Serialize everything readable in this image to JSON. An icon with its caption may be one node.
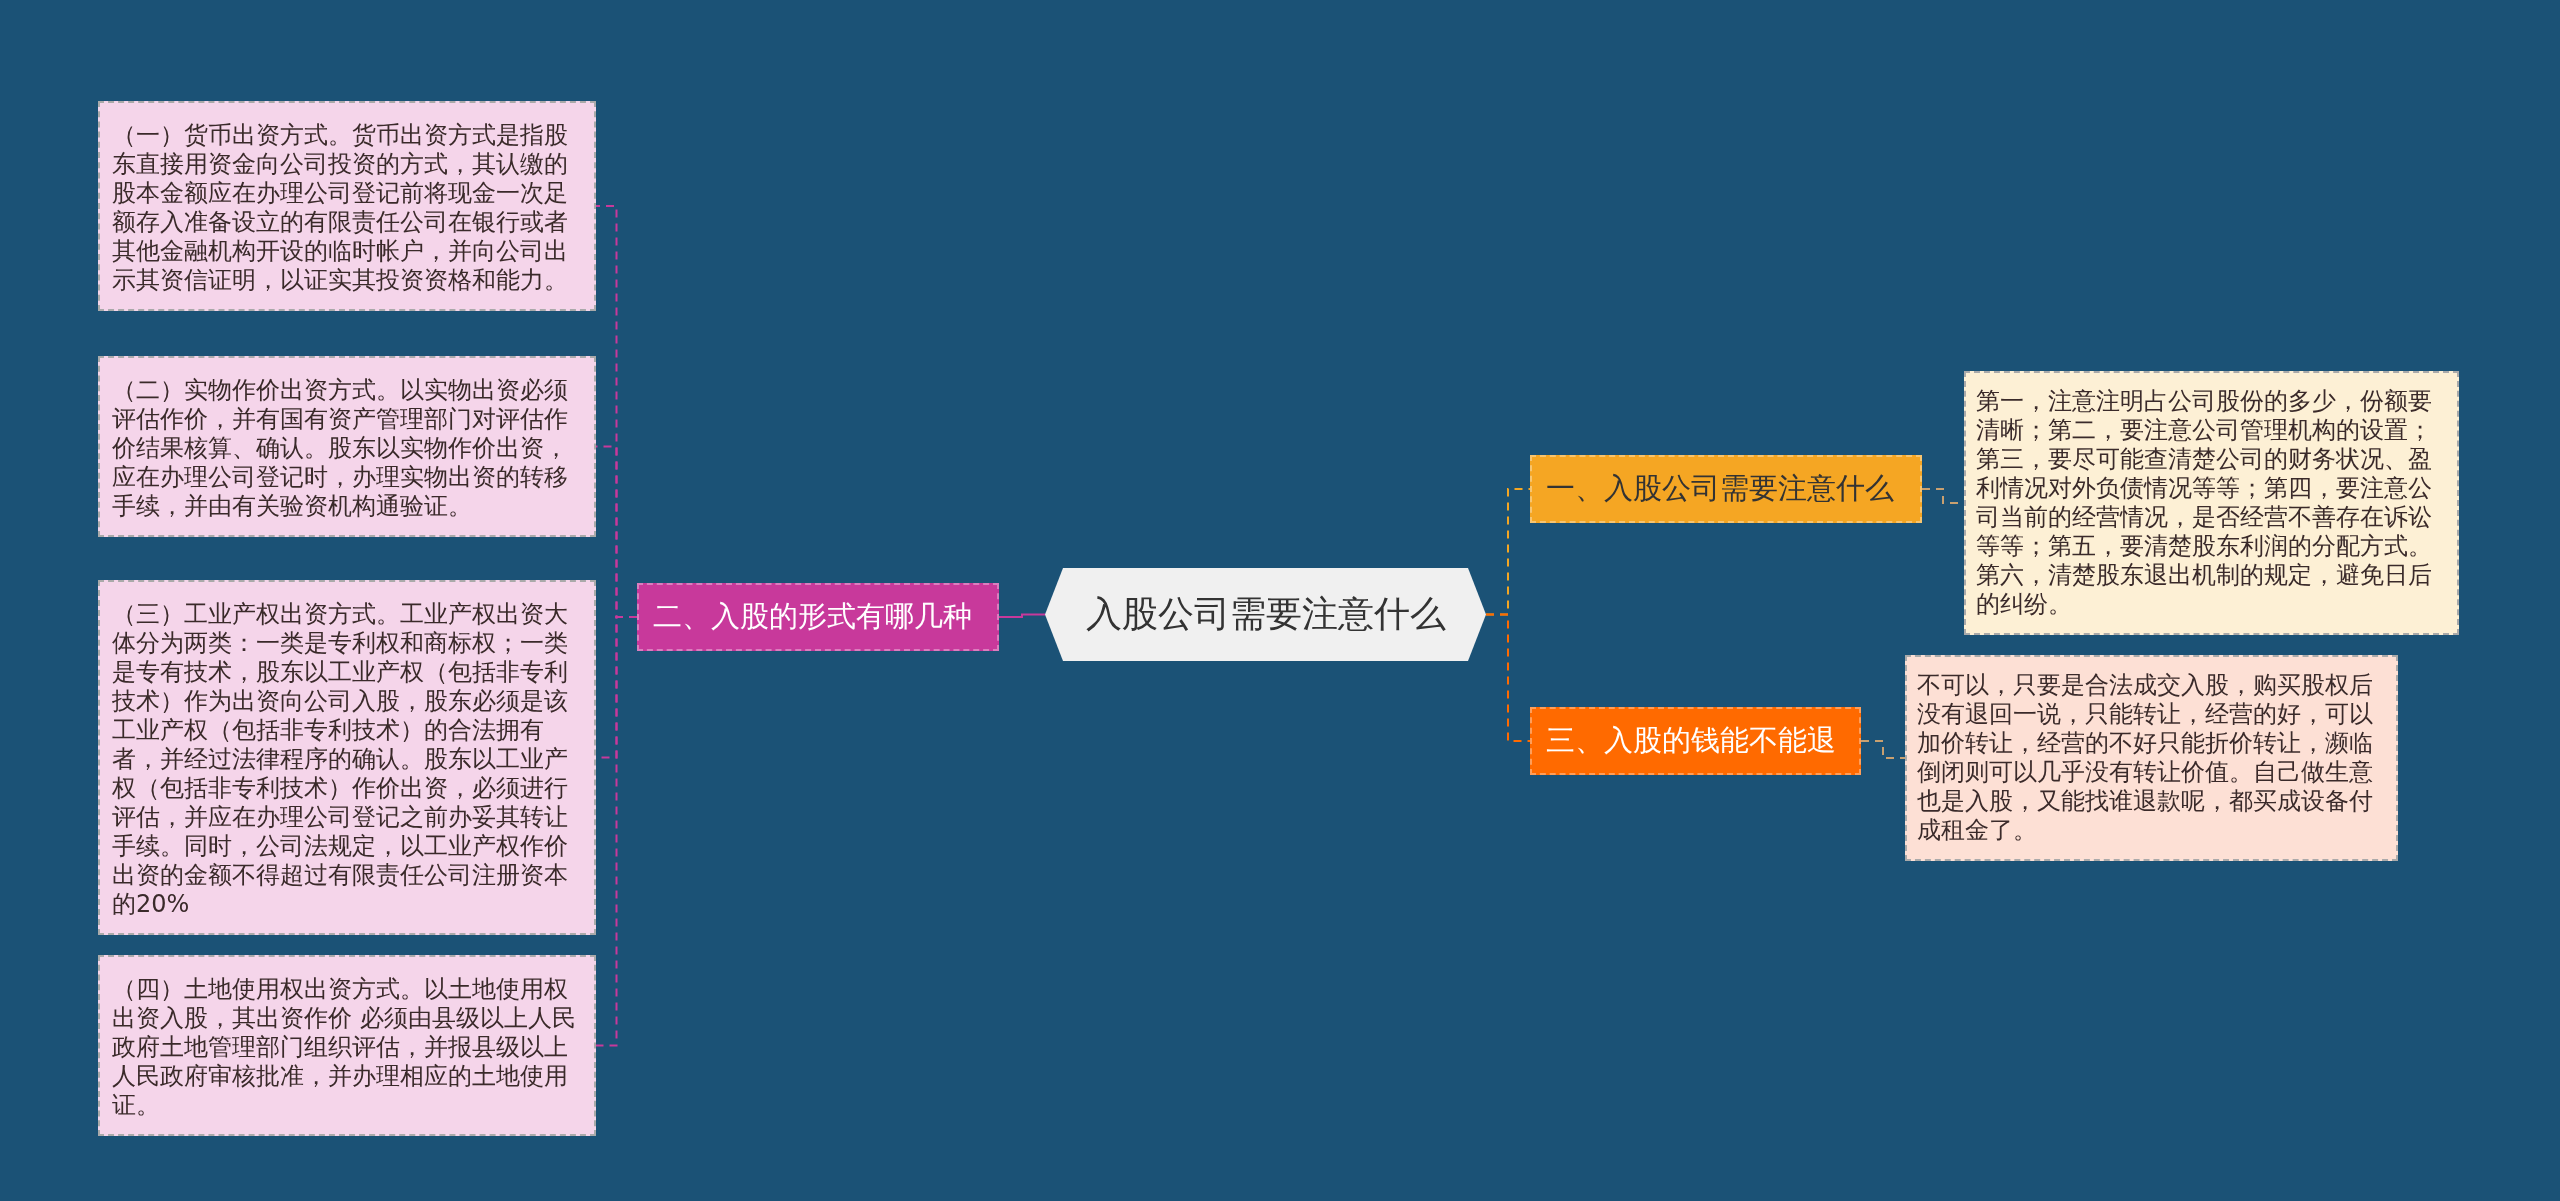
{
  "diagram": {
    "nodes": [
      {
        "text": [
          "入股公司需要注意什么"
        ]
      },
      {
        "text": [
          "二、入股的形式有哪几种"
        ]
      },
      {
        "text": [
          "（一）货币出资方式。货币出资方式是指股东直接用资金向公司投资的方式，其认缴的股本金额应在办理公司登记前将现金一次足额存入准备设立的有限责任公司在银行或者其他金融机构开设的临时帐户，并向公司出示其资信证明，以证实其投资资格和能力。"
        ]
      },
      {
        "text": [
          "（二）实物作价出资方式。以实物出资必须评估作价，并有国有资产管理部门对评估作价结果核算、确认。股东以实物作价出资，应在办理公司登记时，办理实物出资的转移手续，并由有关验资机构通验证。"
        ]
      },
      {
        "text": [
          "（三）工业产权出资方式。工业产权出资大体分为两类：一类是专利权和商标权；一类是专有技术，股东以工业产权（包括非专利技术）作为出资向公司入股，股东必须是该工业产权（包括非专利技术）的合法拥有者，并经过法律程序的确认。股东以工业产权（包括非专利技术）作价出资，必须进行评估，并应在办理公司登记之前办妥其转让手续。同时，公司法规定，以工业产权作价出资的金额不得超过有限责任公司注册资本的20%"
        ]
      },
      {
        "text": [
          "（四）土地使用权出资方式。以土地使用权出资入股，其出资作价 必须由县级以上人民政府土地管理部门组织评估，并报县级以上人民政府审核批准，并办理相应的土地使用证。"
        ]
      },
      {
        "text": [
          "一、入股公司需要注意什么"
        ]
      },
      {
        "text": [
          "第一，注意注明占公司股份的多少，份额要清晰；第二，要注意公司管理机构的设置；第三，要尽可能查清楚公司的财务状况、盈利情况对外负债情况等等；第四，要注意公司当前的经营情况，是否经营不善存在诉讼等等；第五，要清楚股东利润的分配方式。第六，清楚股东退出机制的规定，避免日后的纠纷。"
        ]
      },
      {
        "text": [
          "三、入股的钱能不能退"
        ]
      },
      {
        "text": [
          "不可以，只要是合法成交入股，购买股权后没有退回一说，只能转让，经营的好，可以加价转让，经营的不好只能折价转让，濒临倒闭则可以几乎没有转让价值。自己做生意也是入股，又能找谁退款呢，都买成设备付成租金了。"
        ]
      }
    ],
    "edges": [
      {
        "from": 0,
        "to": 1,
        "arrow": "none"
      },
      {
        "from": 1,
        "to": 2,
        "arrow": "none",
        "style": "dashed"
      },
      {
        "from": 1,
        "to": 3,
        "arrow": "none",
        "style": "dashed"
      },
      {
        "from": 1,
        "to": 4,
        "arrow": "none",
        "style": "dashed"
      },
      {
        "from": 1,
        "to": 5,
        "arrow": "none",
        "style": "dashed"
      },
      {
        "from": 0,
        "to": 6,
        "arrow": "none",
        "style": "dashed",
        "color": "#f5a623"
      },
      {
        "from": 6,
        "to": 7,
        "arrow": "none",
        "style": "dashed",
        "color": "#c8a070"
      },
      {
        "from": 0,
        "to": 8,
        "arrow": "none",
        "style": "dashed",
        "color": "#ff6a00"
      },
      {
        "from": 8,
        "to": 9,
        "arrow": "none",
        "style": "dashed",
        "color": "#c8a070"
      }
    ]
  }
}
